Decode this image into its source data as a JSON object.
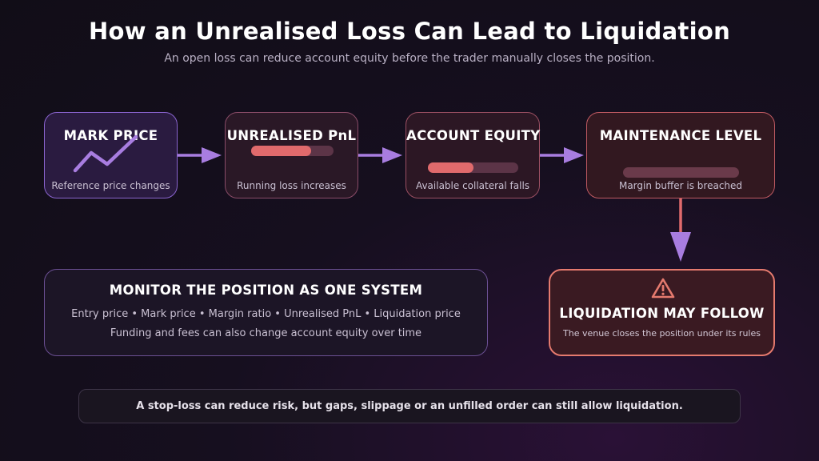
{
  "title": "How an Unrealised Loss Can Lead to Liquidation",
  "subtitle": "An open loss can reduce account equity before the trader manually closes the position.",
  "steps": [
    {
      "title": "MARK PRICE",
      "caption": "Reference price changes"
    },
    {
      "title": "UNREALISED PnL",
      "caption": "Running loss increases",
      "bar_fill": 0.73
    },
    {
      "title": "ACCOUNT EQUITY",
      "caption": "Available collateral falls",
      "bar_fill": 0.5
    },
    {
      "title": "MAINTENANCE LEVEL",
      "caption": "Margin buffer is breached",
      "bar_fill": 0.0
    }
  ],
  "monitor": {
    "title": "MONITOR THE POSITION AS ONE SYSTEM",
    "line1": "Entry price • Mark price • Margin ratio • Unrealised PnL • Liquidation price",
    "line2": "Funding and fees can also change account equity over time"
  },
  "liquidation": {
    "title": "LIQUIDATION MAY FOLLOW",
    "caption": "The venue closes the position under its rules",
    "icon": "warning-icon"
  },
  "note": "A stop-loss can reduce risk, but gaps, slippage or an unfilled order can still allow liquidation.",
  "colors": {
    "arrow": "#a87de0",
    "loss_red": "#e06a6c",
    "warning": "#e57a6e",
    "purple_border": "#8a64cf"
  }
}
